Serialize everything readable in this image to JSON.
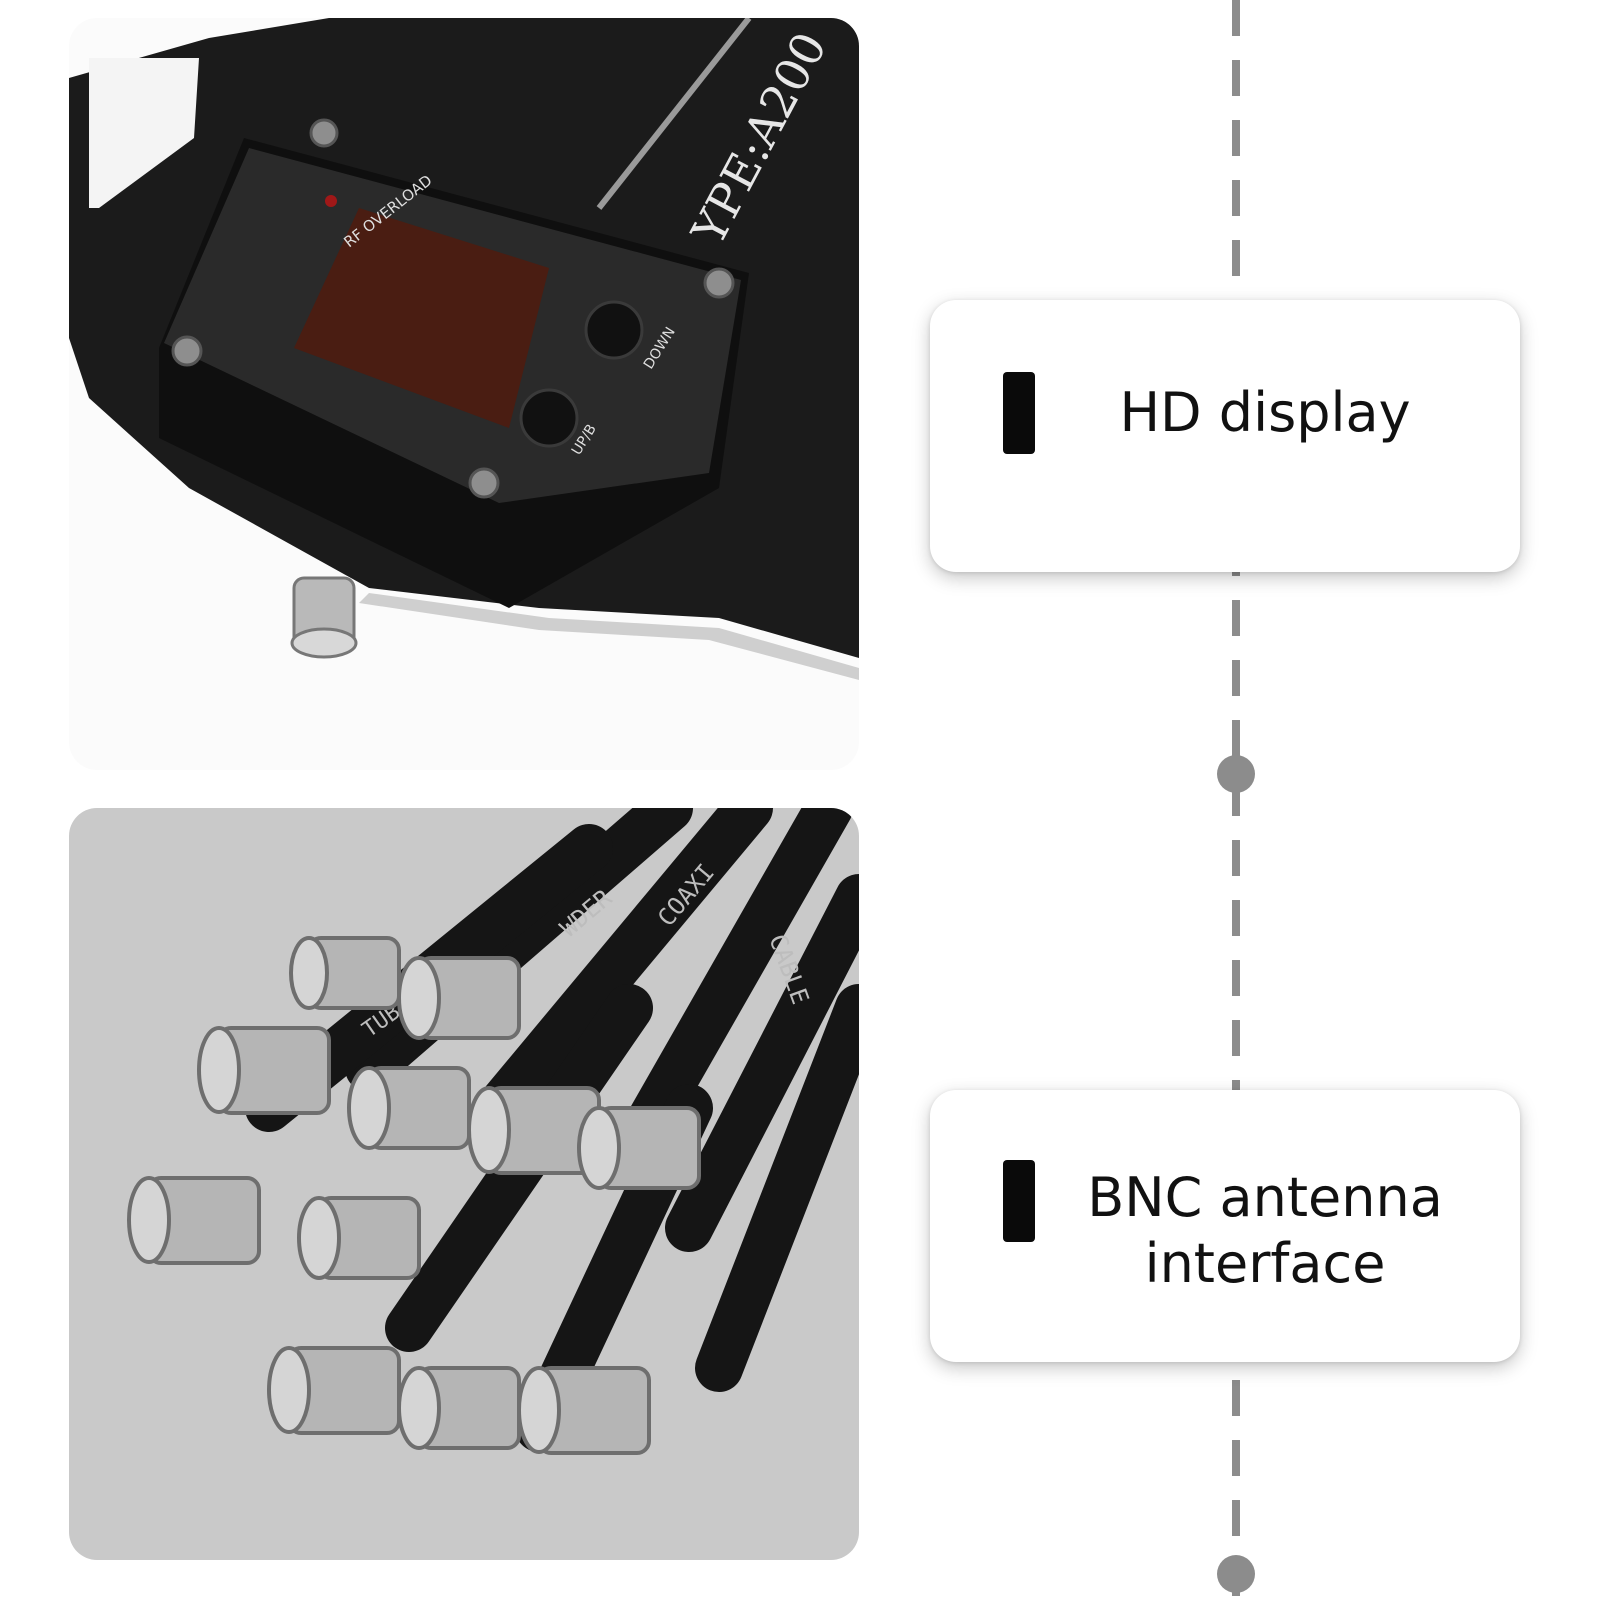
{
  "features": [
    {
      "label": "HD display"
    },
    {
      "label": "BNC antenna interface"
    }
  ],
  "device_print": {
    "led_label": "RF OVERLOAD",
    "button_down_label": "DOWN",
    "button_up_label": "UP/B",
    "model_text": "YPE:A200"
  },
  "cable_print": {
    "text_1": "WDER",
    "text_2": "COAXI",
    "text_3": "TUBE",
    "text_4": "CABLE"
  },
  "colors": {
    "timeline": "#8c8c8c",
    "card_background": "#ffffff",
    "bar": "#0a0a0a"
  }
}
